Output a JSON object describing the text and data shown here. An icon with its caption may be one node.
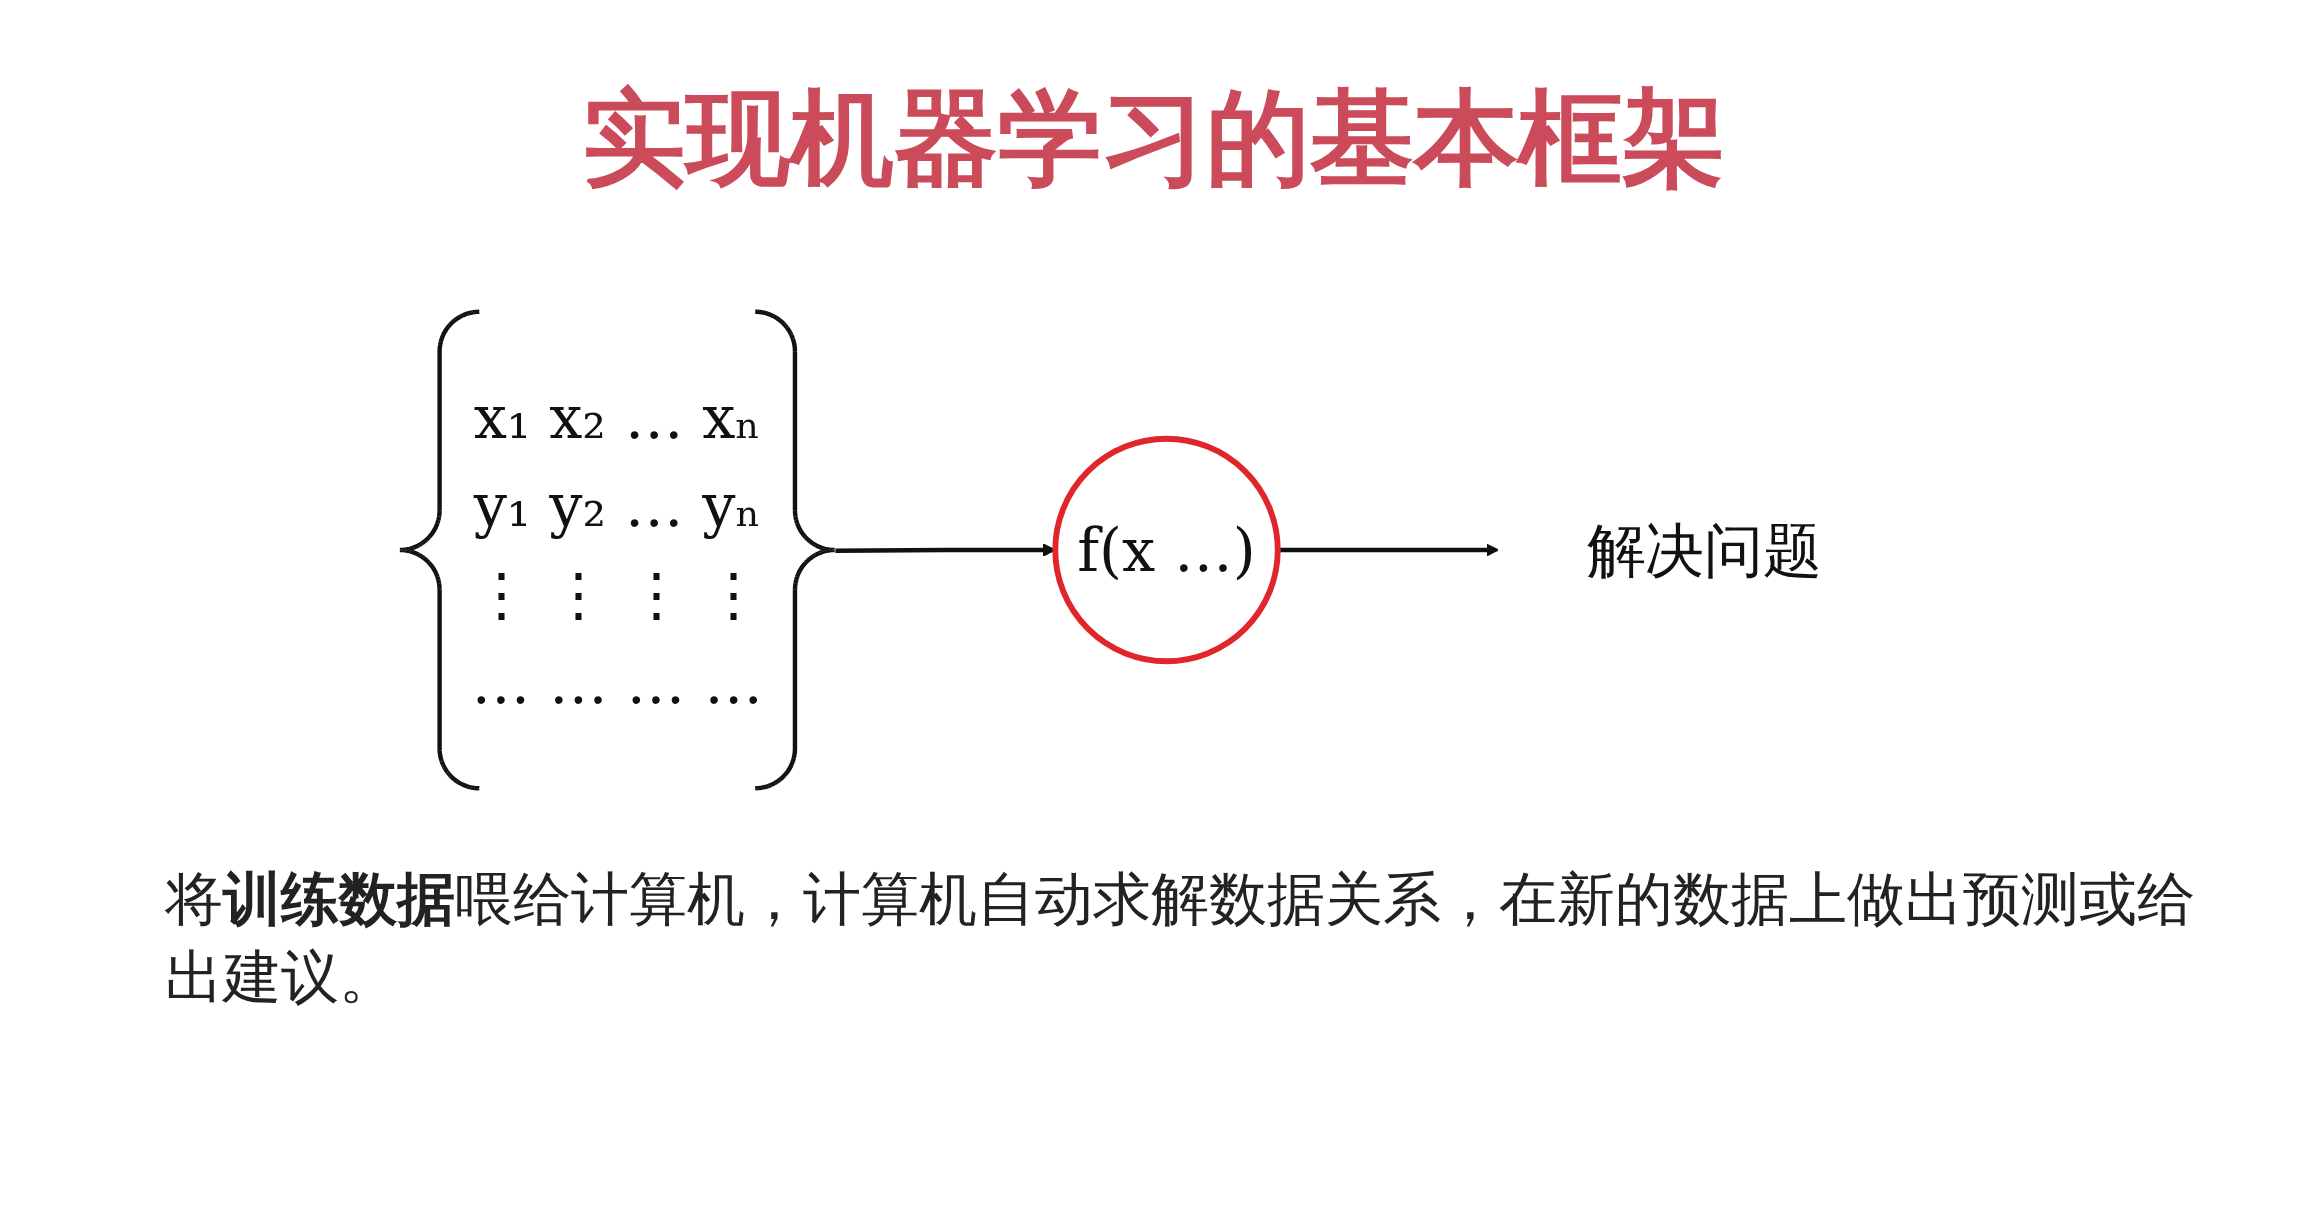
{
  "diagram": {
    "title": "实现机器学习的基本框架",
    "nodes": [
      {
        "text": [
          "x₁ x₂ … xₙ",
          "y₁ y₂ … yₙ",
          "⋮ ⋮ ⋮ ⋮",
          "… … … …"
        ]
      },
      {
        "text": [
          "f(x …)"
        ]
      },
      {
        "text": [
          "解决问题"
        ]
      }
    ],
    "edges": [
      {
        "from": 0,
        "to": 1,
        "arrow": "to"
      },
      {
        "from": 1,
        "to": 2,
        "arrow": "to"
      }
    ],
    "labels": [
      "将**训练数据**喂给计算机，计算机自动求解数据关系，在新的数据上做出预测或给出建议。"
    ]
  }
}
